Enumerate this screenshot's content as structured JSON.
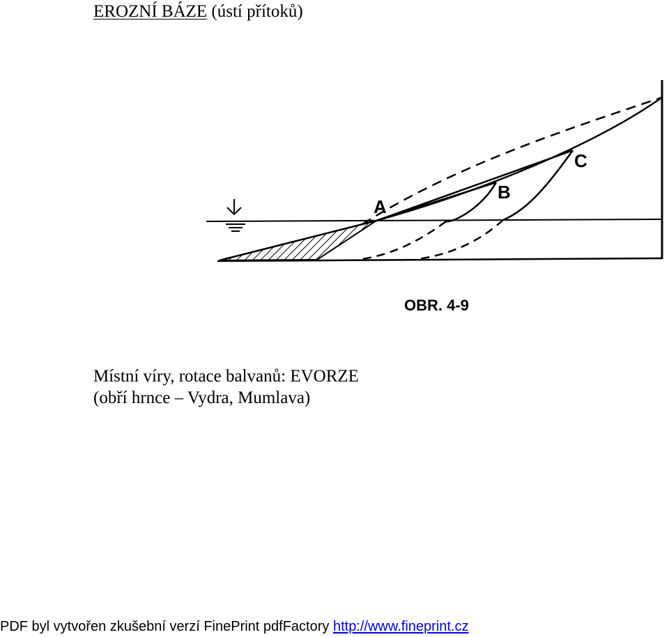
{
  "heading": {
    "underlined": "EROZNÍ BÁZE",
    "rest": " (ústí přítoků)"
  },
  "figure": {
    "labels": {
      "a": "A",
      "b": "B",
      "c": "C"
    },
    "figure_number": "OBR. 4-9"
  },
  "caption": {
    "line1": "Místní víry, rotace balvanů: EVORZE",
    "line2": "(obří hrnce – Vydra, Mumlava)"
  },
  "footer": {
    "text": "PDF byl vytvořen zkušební verzí FinePrint pdfFactory ",
    "link_text": "http://www.fineprint.cz"
  },
  "colors": {
    "ink": "#000000",
    "link": "#0000ee"
  }
}
